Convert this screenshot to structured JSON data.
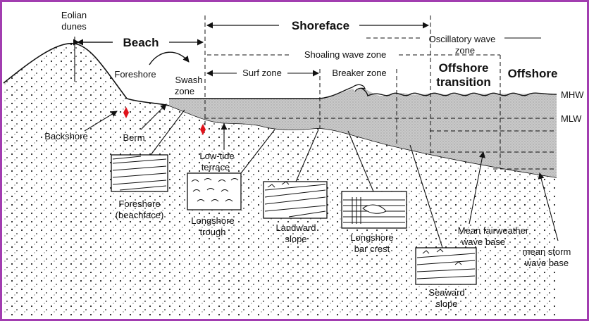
{
  "labels": {
    "eolian_dunes_1": "Eolian",
    "eolian_dunes_2": "dunes",
    "beach": "Beach",
    "foreshore": "Foreshore",
    "swash_1": "Swash",
    "swash_2": "zone",
    "shoreface": "Shoreface",
    "oscillatory_1": "Oscillatory wave",
    "oscillatory_2": "zone",
    "shoaling": "Shoaling wave zone",
    "surf": "Surf zone",
    "breaker": "Breaker zone",
    "offshore_transition_1": "Offshore",
    "offshore_transition_2": "transition",
    "offshore": "Offshore",
    "mhw": "MHW",
    "mlw": "MLW",
    "backshore": "Backshore",
    "berm": "Berm",
    "low_tide_1": "Low-tide",
    "low_tide_2": "terrace",
    "foreshore_box_1": "Foreshore",
    "foreshore_box_2": "(beachface)",
    "longshore_trough_1": "Longshore",
    "longshore_trough_2": "trough",
    "landward_1": "Landward",
    "landward_2": "slope",
    "bar_crest_1": "Longshore",
    "bar_crest_2": "bar crest",
    "seaward_1": "Seaward",
    "seaward_2": "slope",
    "fairweather_1": "Mean fairweather",
    "fairweather_2": "wave base",
    "storm_1": "mean storm",
    "storm_2": "wave base"
  },
  "colors": {
    "frame": "#a23db0",
    "marker": "#e0141c",
    "water": "#cfcfcf"
  }
}
